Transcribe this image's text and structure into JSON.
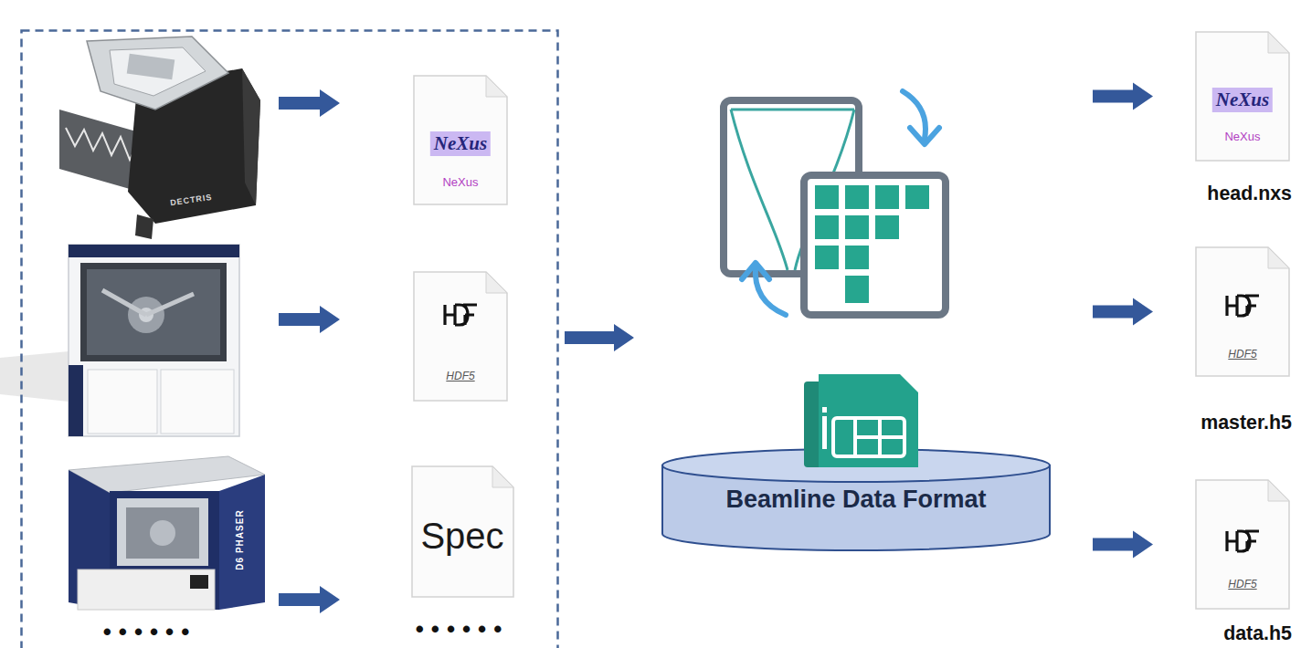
{
  "diagram": {
    "nodes": [
      {
        "text": [
          "••••••",
          "••••••"
        ]
      },
      {
        "text": [
          "NeXus",
          "NeXus"
        ],
        "in": 0
      },
      {
        "text": [
          "HDF5"
        ],
        "in": 0
      },
      {
        "text": [
          "Spec"
        ],
        "in": 0
      },
      {
        "text": [
          "Beamline Data Format"
        ]
      },
      {
        "text": [
          "NeXus",
          "NeXus",
          "head.nxs"
        ]
      },
      {
        "text": [
          "HDF5",
          "master.h5"
        ]
      },
      {
        "text": [
          "HDF5",
          "data.h5"
        ]
      }
    ],
    "edges": [
      {
        "from": 0,
        "to": 4,
        "arrow": "to"
      },
      {
        "from": 4,
        "to": 5,
        "arrow": "to"
      },
      {
        "from": 4,
        "to": 6,
        "arrow": "to"
      },
      {
        "from": 4,
        "to": 7,
        "arrow": "to"
      }
    ],
    "labels": [
      "DECTRIS",
      "D6 PHASER"
    ]
  }
}
